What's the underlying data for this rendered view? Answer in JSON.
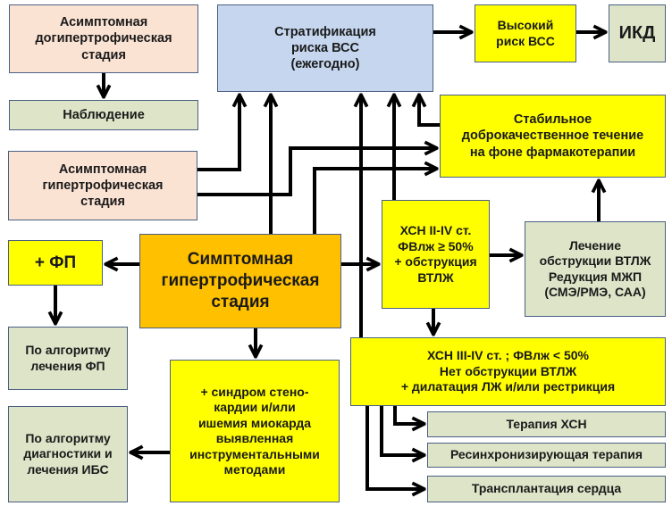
{
  "diagram": {
    "type": "flowchart",
    "language": "ru",
    "nodes": {
      "asymptomatic_prehypertrophic": "Асимптомная\nдогипертрофическая\nстадия",
      "observation": "Наблюдение",
      "risk_stratification": "Стратификация\nриска  ВСС\n(ежегодно)",
      "high_risk": "Высокий\nриск ВСС",
      "icd": "ИКД",
      "stable_course": "Стабильное\nдоброкачественное течение\nна фоне фармакотерапии",
      "asymptomatic_hypertrophic": "Асимптомная\nгипертрофическая\nстадия",
      "af": "+ ФП",
      "symptomatic_hypertrophic": "Симптомная\nгипертрофическая\nстадия",
      "hf_preserved_obstruction": "ХСН II-IV ст.\nФВлж ≥ 50%\n+ обструкция\nВТЛЖ",
      "obstruction_treatment": "Лечение\nобструкции ВТЛЖ\nРедукция МЖП\n(СМЭ/РМЭ,  САА)",
      "af_algorithm": "По алгоритму\nлечения ФП",
      "angina_ischemia": "+   синдром   стено-\nкардии     и/или\nишемия миокарда\nвыявленная\nинструментальными\nметодами",
      "hf_reduced_no_obstruction": "ХСН III-IV ст. ;   ФВлж < 50%\nНет обструкции ВТЛЖ\n+ дилатация ЛЖ   и/или рестрикция",
      "ihd_algorithm": "По алгоритму\nдиагностики и\nлечения ИБС",
      "hf_therapy": "Терапия ХСН",
      "resync_therapy": "Ресинхронизирующая терапия",
      "heart_transplant": "Трансплантация сердца"
    },
    "edges": [
      [
        "asymptomatic_prehypertrophic",
        "observation"
      ],
      [
        "risk_stratification",
        "high_risk"
      ],
      [
        "high_risk",
        "icd"
      ],
      [
        "asymptomatic_hypertrophic",
        "risk_stratification"
      ],
      [
        "asymptomatic_hypertrophic",
        "stable_course"
      ],
      [
        "symptomatic_hypertrophic",
        "risk_stratification"
      ],
      [
        "symptomatic_hypertrophic",
        "stable_course"
      ],
      [
        "symptomatic_hypertrophic",
        "af"
      ],
      [
        "symptomatic_hypertrophic",
        "hf_preserved_obstruction"
      ],
      [
        "symptomatic_hypertrophic",
        "angina_ischemia"
      ],
      [
        "hf_reduced_no_obstruction",
        "risk_stratification"
      ],
      [
        "hf_preserved_obstruction",
        "risk_stratification"
      ],
      [
        "stable_course",
        "risk_stratification"
      ],
      [
        "hf_preserved_obstruction",
        "obstruction_treatment"
      ],
      [
        "hf_preserved_obstruction",
        "hf_reduced_no_obstruction"
      ],
      [
        "obstruction_treatment",
        "stable_course"
      ],
      [
        "af",
        "af_algorithm"
      ],
      [
        "angina_ischemia",
        "ihd_algorithm"
      ],
      [
        "hf_reduced_no_obstruction",
        "hf_therapy"
      ],
      [
        "hf_reduced_no_obstruction",
        "resync_therapy"
      ],
      [
        "hf_reduced_no_obstruction",
        "heart_transplant"
      ]
    ]
  },
  "colors": {
    "peach": "#fbe3d4",
    "green": "#dde4c8",
    "blue": "#c5d6ee",
    "yellow": "#ffff00",
    "orange": "#ffc000",
    "border": "#4a5f82",
    "arrow": "#000000"
  }
}
